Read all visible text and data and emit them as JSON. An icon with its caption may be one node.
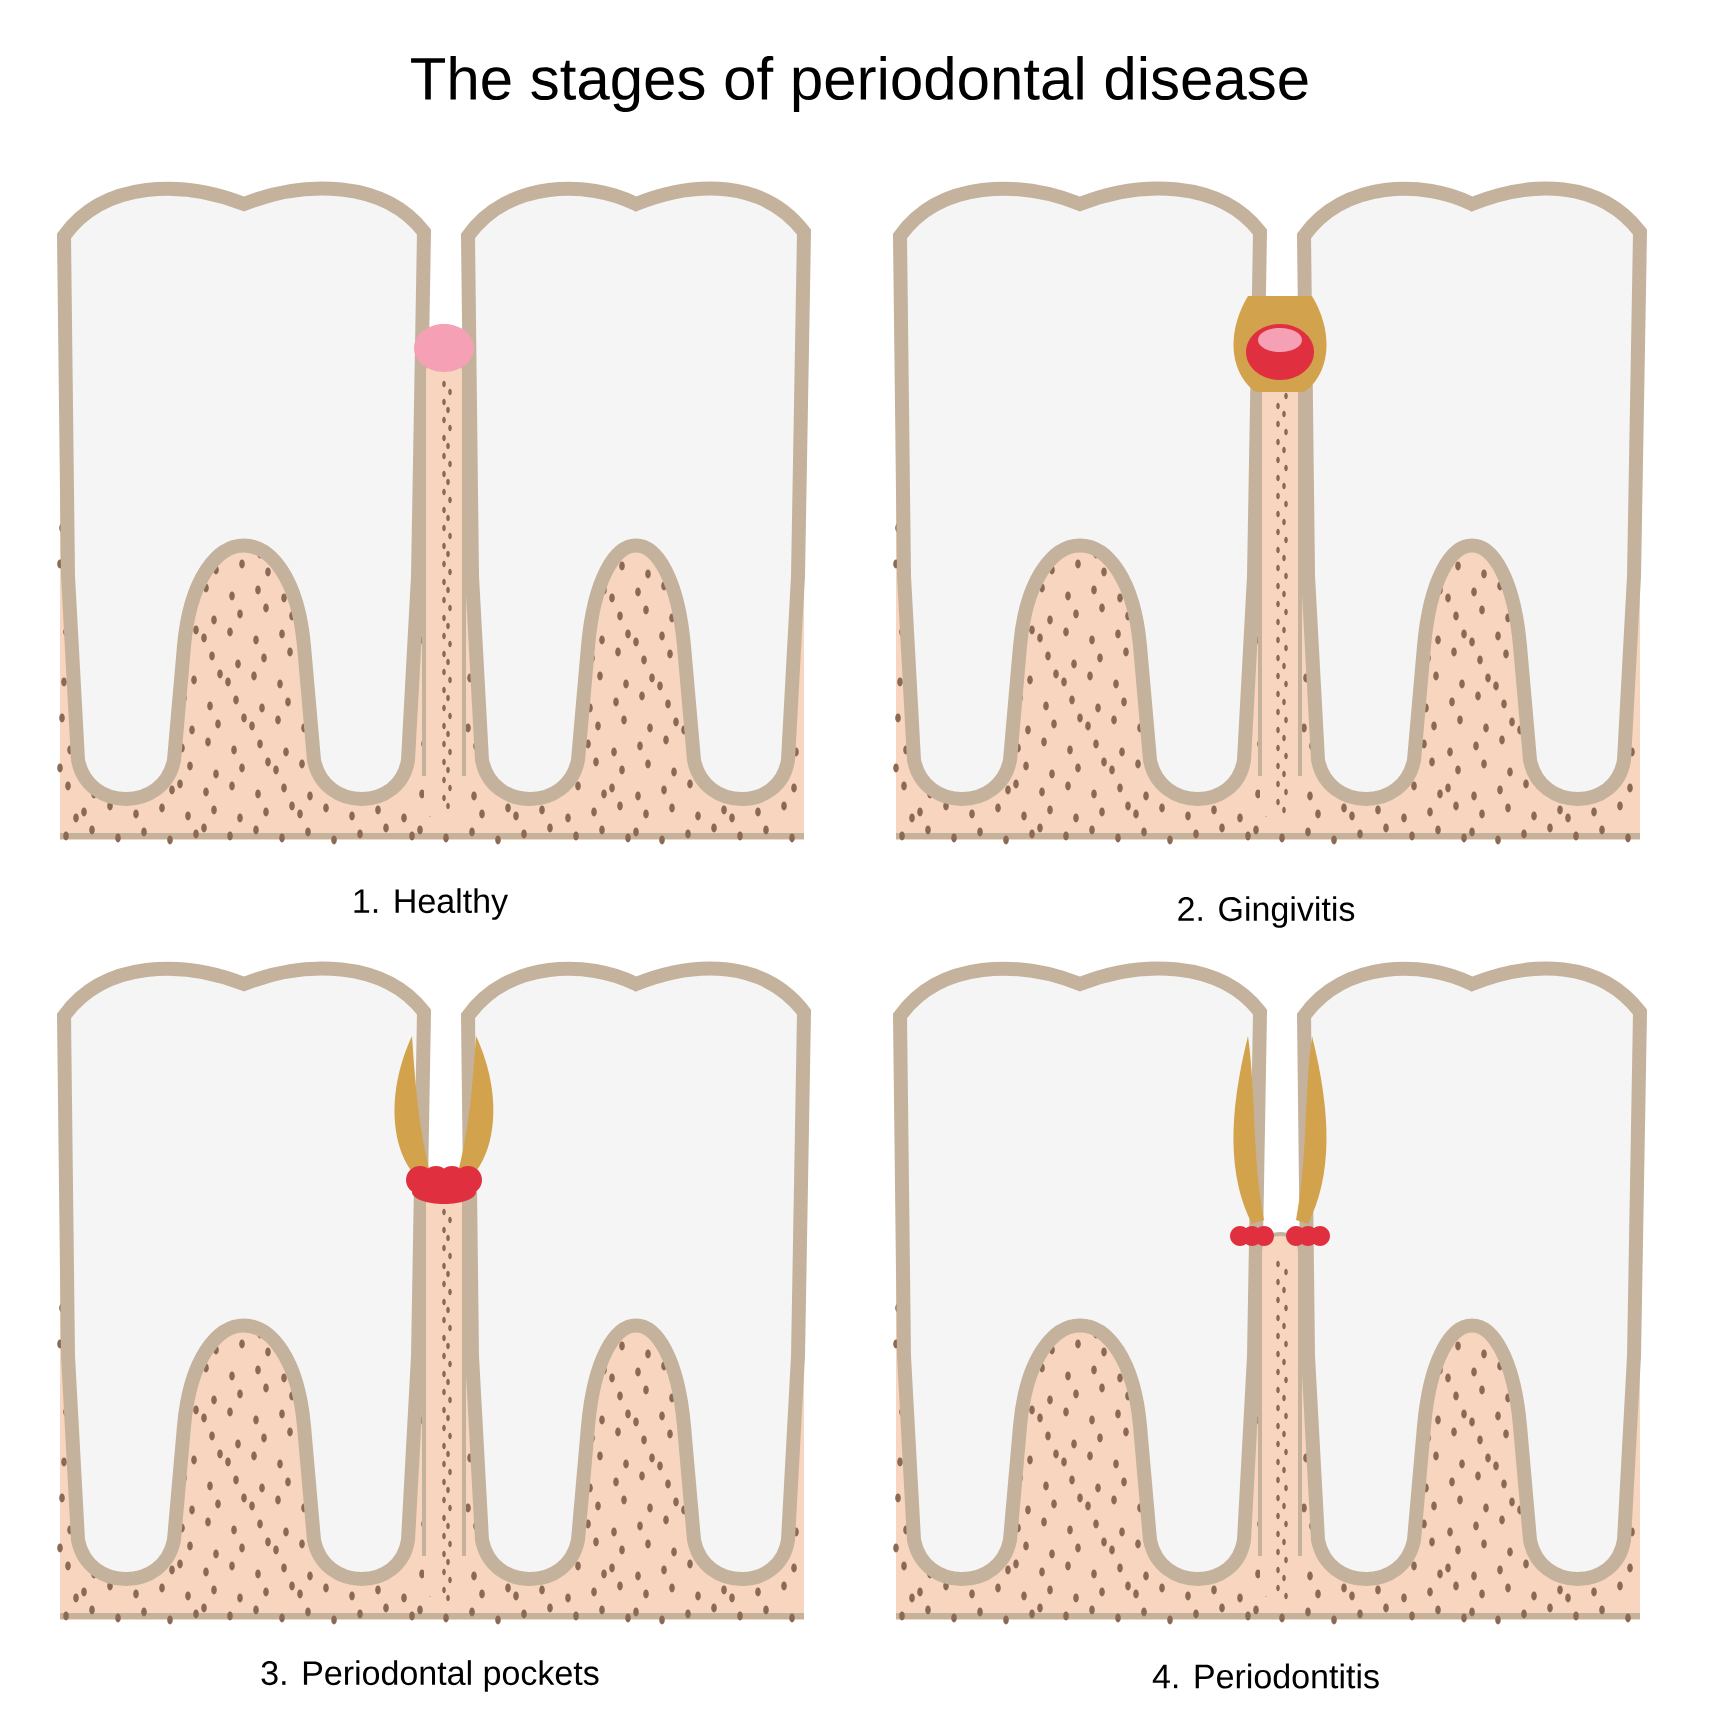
{
  "diagram": {
    "title": "The stages of periodontal disease",
    "labels": [
      "1. Healthy",
      "2. Gingivitis",
      "3. Periodontal pockets",
      "4. Periodontitis"
    ]
  }
}
